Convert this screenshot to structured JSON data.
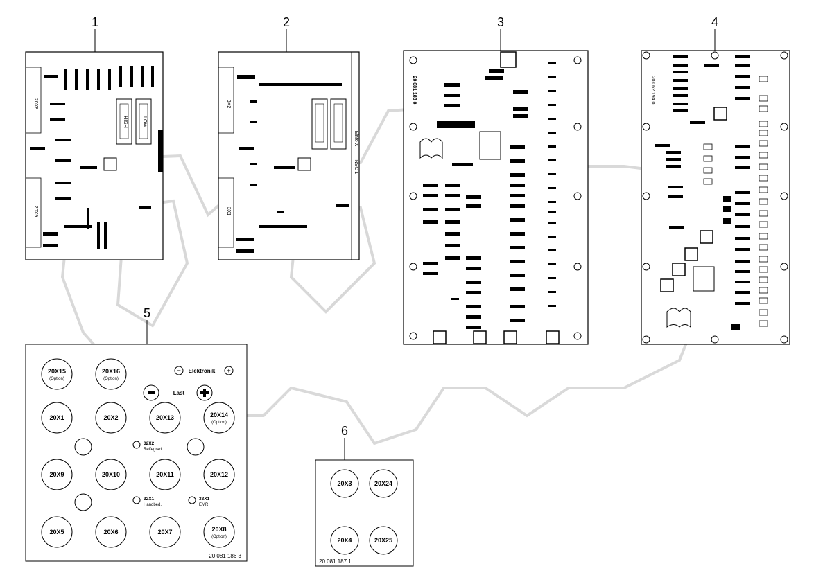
{
  "callouts": [
    "1",
    "2",
    "3",
    "4",
    "5",
    "6"
  ],
  "board1": {
    "conn_top": "20X8",
    "conn_bottom": "20X9",
    "relay_left": "HIGH",
    "relay_right": "LOW"
  },
  "board2": {
    "conn_top": "3X2",
    "conn_bottom": "3X1",
    "side_top": "Einfo X",
    "side_bottom": "INSC 1"
  },
  "board3": {
    "part_number": "20 081 188 0"
  },
  "board4": {
    "part_number": "20 062 194 0"
  },
  "panel5": {
    "label_elektronik": "Elektronik",
    "label_last": "Last",
    "minus_symbol": "−",
    "plus_symbol": "+",
    "part_number": "20 081 186 3",
    "connectors": [
      {
        "id": "20X15",
        "sub": "(Option)"
      },
      {
        "id": "20X16",
        "sub": "(Option)"
      },
      {
        "id": "20X1",
        "sub": ""
      },
      {
        "id": "20X2",
        "sub": ""
      },
      {
        "id": "20X13",
        "sub": ""
      },
      {
        "id": "20X14",
        "sub": "(Option)"
      },
      {
        "id": "20X9",
        "sub": ""
      },
      {
        "id": "20X10",
        "sub": ""
      },
      {
        "id": "20X11",
        "sub": ""
      },
      {
        "id": "20X12",
        "sub": ""
      },
      {
        "id": "20X5",
        "sub": ""
      },
      {
        "id": "20X6",
        "sub": ""
      },
      {
        "id": "20X7",
        "sub": ""
      },
      {
        "id": "20X8",
        "sub": "(Option)"
      }
    ],
    "small_ports": [
      {
        "id": "32X2",
        "sub": "Reifegrad"
      },
      {
        "id": "32X1",
        "sub": "Handbed."
      },
      {
        "id": "33X1",
        "sub": "EMR"
      }
    ]
  },
  "panel6": {
    "part_number": "20 081 187  1",
    "connectors": [
      {
        "id": "20X3"
      },
      {
        "id": "20X24"
      },
      {
        "id": "20X4"
      },
      {
        "id": "20X25"
      }
    ]
  }
}
